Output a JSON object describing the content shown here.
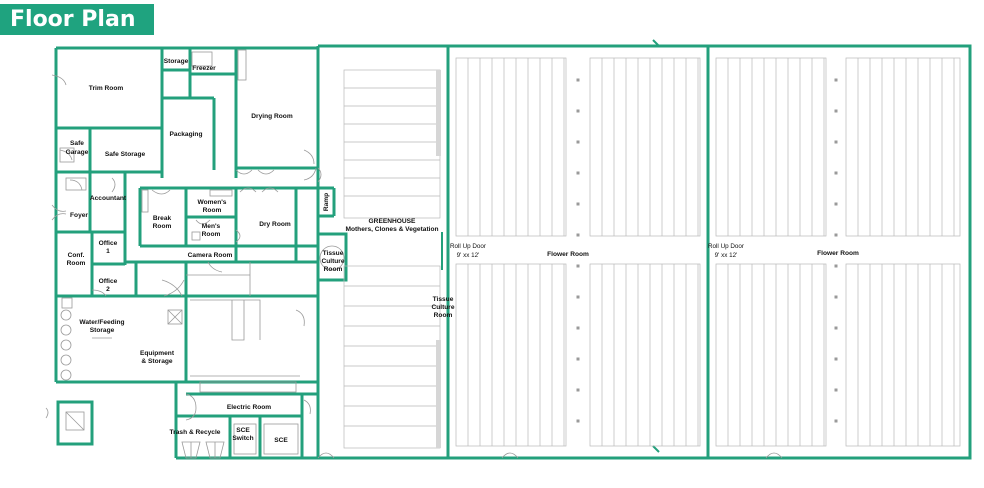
{
  "title": "Floor Plan",
  "colors": {
    "wall": "#23a07c",
    "banner": "#1fa37f",
    "fixture": "#9a9a9a"
  },
  "rooms": {
    "storage": "Storage",
    "freezer": "Freezer",
    "trim_room": "Trim Room",
    "drying_room": "Drying Room",
    "packaging": "Packaging",
    "safe_garage_1": "Safe",
    "safe_garage_2": "Garage",
    "safe_storage": "Safe Storage",
    "accountant": "Accountant",
    "foyer": "Foyer",
    "break_room_1": "Break",
    "break_room_2": "Room",
    "womens_room_1": "Women's",
    "womens_room_2": "Room",
    "mens_room_1": "Men's",
    "mens_room_2": "Room",
    "dry_room": "Dry Room",
    "conf_room_1": "Conf.",
    "conf_room_2": "Room",
    "office1_1": "Office",
    "office1_2": "1",
    "office2_1": "Office",
    "office2_2": "2",
    "camera_room": "Camera Room",
    "ramp": "Ramp",
    "tissue_left_1": "Tissue",
    "tissue_left_2": "Culture",
    "tissue_left_3": "Room",
    "greenhouse_1": "GREENHOUSE",
    "greenhouse_2": "Mothers, Clones & Vegetation",
    "tissue_right_1": "Tissue",
    "tissue_right_2": "Culture",
    "tissue_right_3": "Room",
    "water_1": "Water/Feeding",
    "water_2": "Storage",
    "equipment_1": "Equipment",
    "equipment_2": "& Storage",
    "electric_room": "Electric Room",
    "trash_recycle": "Trash & Recycle",
    "sce_switch_1": "SCE",
    "sce_switch_2": "Switch",
    "sce": "SCE",
    "rollup1_1": "Roll Up Door",
    "rollup1_2": "9' xx 12'",
    "flower_room_1": "Flower Room",
    "rollup2_1": "Roll Up Door",
    "rollup2_2": "9' xx 12'",
    "flower_room_2": "Flower Room"
  }
}
